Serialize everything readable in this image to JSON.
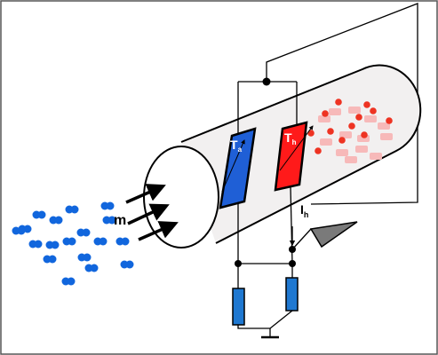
{
  "diagram": {
    "labels": {
      "mass_flow": "m",
      "sensor_ambient_main": "T",
      "sensor_ambient_sub": "a",
      "sensor_heated_main": "T",
      "sensor_heated_sub": "h",
      "heater_current_main": "I",
      "heater_current_sub": "h"
    },
    "colors": {
      "ambient_sensor": "#1f5fd6",
      "heated_sensor": "#ff1a1a",
      "particle_cold": "#1166dd",
      "particle_hot": "#ee3322",
      "particle_hot_faint": "#f7b9b9",
      "tube_fill": "#f2f0f0",
      "amplifier": "#7a7a7a",
      "resistor": "#1f78d1"
    },
    "components": [
      "flow-tube",
      "ambient-temperature-sensor",
      "heated-temperature-sensor",
      "bridge-resistor-left",
      "bridge-resistor-right",
      "amplifier",
      "ground"
    ]
  }
}
